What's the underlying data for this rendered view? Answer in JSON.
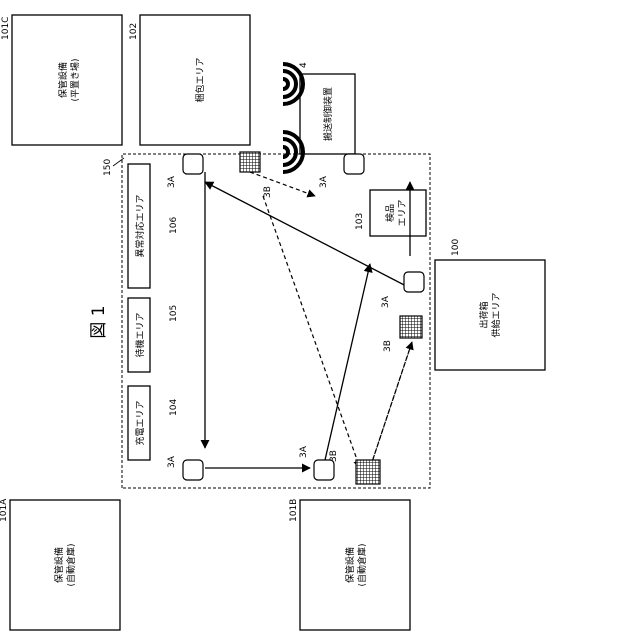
{
  "figure": {
    "title": "図 1"
  },
  "boxes": {
    "b101C": {
      "ref": "101C",
      "label1": "保管設備",
      "label2": "(平置き場)"
    },
    "b102": {
      "ref": "102",
      "label1": "梱包エリア"
    },
    "b4": {
      "ref": "4",
      "label1": "搬送制御装置"
    },
    "b100": {
      "ref": "100",
      "label1": "出荷箱",
      "label2": "供給エリア"
    },
    "b101A": {
      "ref": "101A",
      "label1": "保管設備",
      "label2": "(自動倉庫)"
    },
    "b101B": {
      "ref": "101B",
      "label1": "保管設備",
      "label2": "(自動倉庫)"
    }
  },
  "workarea": {
    "ref": "150"
  },
  "zones": {
    "z106": {
      "ref": "106",
      "label": "異常対応エリア"
    },
    "z105": {
      "ref": "105",
      "label": "待機エリア"
    },
    "z104": {
      "ref": "104",
      "label": "充電エリア"
    },
    "z103": {
      "ref": "103",
      "label1": "検品",
      "label2": "エリア"
    }
  },
  "vehicles": {
    "v1": {
      "label": "3A"
    },
    "v2": {
      "label": "3B"
    },
    "v3": {
      "label": "3A"
    },
    "v4": {
      "label": "3A"
    },
    "v5": {
      "label": "3B"
    },
    "v6": {
      "label": "3A"
    },
    "v7": {
      "label": "3A"
    },
    "v8": {
      "label": "3B"
    }
  }
}
